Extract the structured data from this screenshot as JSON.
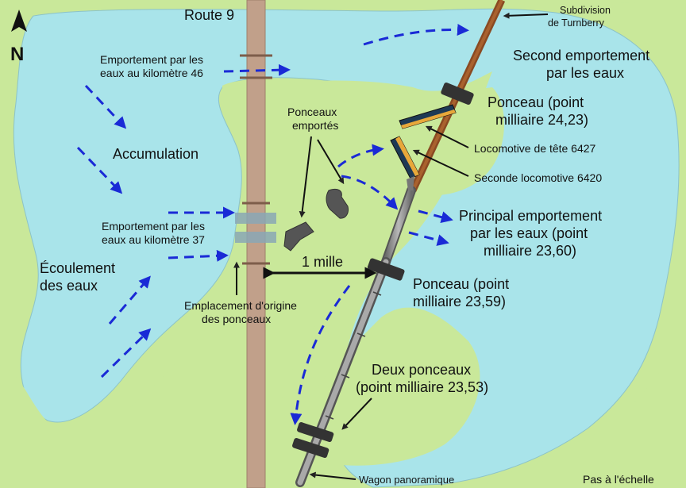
{
  "title": "",
  "north_letter": "N",
  "road_label": "Route 9",
  "labels": {
    "subdivision": [
      "Subdivision",
      "de Turnberry"
    ],
    "second_washout": [
      "Second emportement",
      "par les eaux"
    ],
    "washout_km46": [
      "Emportement par les",
      "eaux au kilomètre 46"
    ],
    "accumulation": "Accumulation",
    "washed_culverts": [
      "Ponceaux",
      "emportés"
    ],
    "culvert_2423": [
      "Ponceau (point",
      "milliaire 24,23)"
    ],
    "lead_loco": "Locomotive de tête 6427",
    "second_loco": "Seconde locomotive 6420",
    "main_washout": [
      "Principal emportement",
      "par les eaux (point",
      "milliaire 23,60)"
    ],
    "washout_km37": [
      "Emportement par les",
      "eaux au kilomètre 37"
    ],
    "water_flow": [
      "Écoulement",
      "des eaux"
    ],
    "one_mile": "1 mille",
    "original_culverts": [
      "Emplacement d'origine",
      "des ponceaux"
    ],
    "culvert_2359": [
      "Ponceau (point",
      "milliaire 23,59)"
    ],
    "two_culverts": [
      "Deux ponceaux",
      "(point milliaire 23,53)"
    ],
    "dome_car": "Wagon panoramique",
    "not_to_scale": "Pas à l'échelle"
  },
  "colors": {
    "land": "#c9e89a",
    "water": "#a9e4ea",
    "road": "#c1a08a",
    "track": "#8a4a22",
    "flow_arrows": "#1a2ad6"
  }
}
